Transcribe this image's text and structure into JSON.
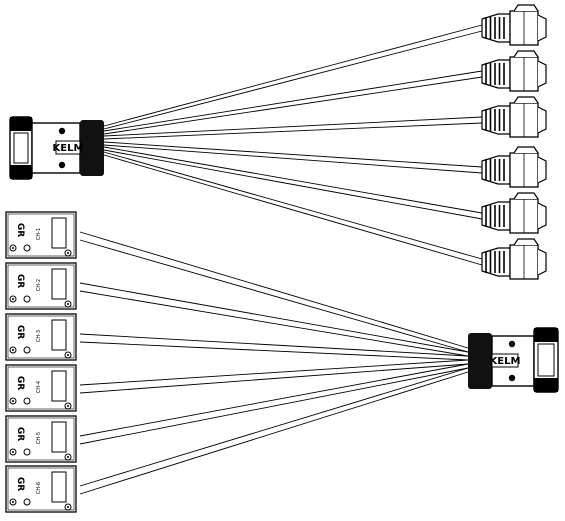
{
  "top_harness": {
    "trunk_label": "KELM",
    "legs": [
      {
        "type": "plug"
      },
      {
        "type": "plug"
      },
      {
        "type": "plug"
      },
      {
        "type": "plug"
      },
      {
        "type": "plug"
      },
      {
        "type": "plug"
      }
    ]
  },
  "bottom_harness": {
    "trunk_label": "KELM",
    "legs": [
      {
        "code": "GR",
        "text": "CH-1"
      },
      {
        "code": "GR",
        "text": "CH-2"
      },
      {
        "code": "GR",
        "text": "CH-3"
      },
      {
        "code": "GR",
        "text": "CH-4"
      },
      {
        "code": "GR",
        "text": "CH-5"
      },
      {
        "code": "GR",
        "text": "CH-6"
      }
    ]
  }
}
